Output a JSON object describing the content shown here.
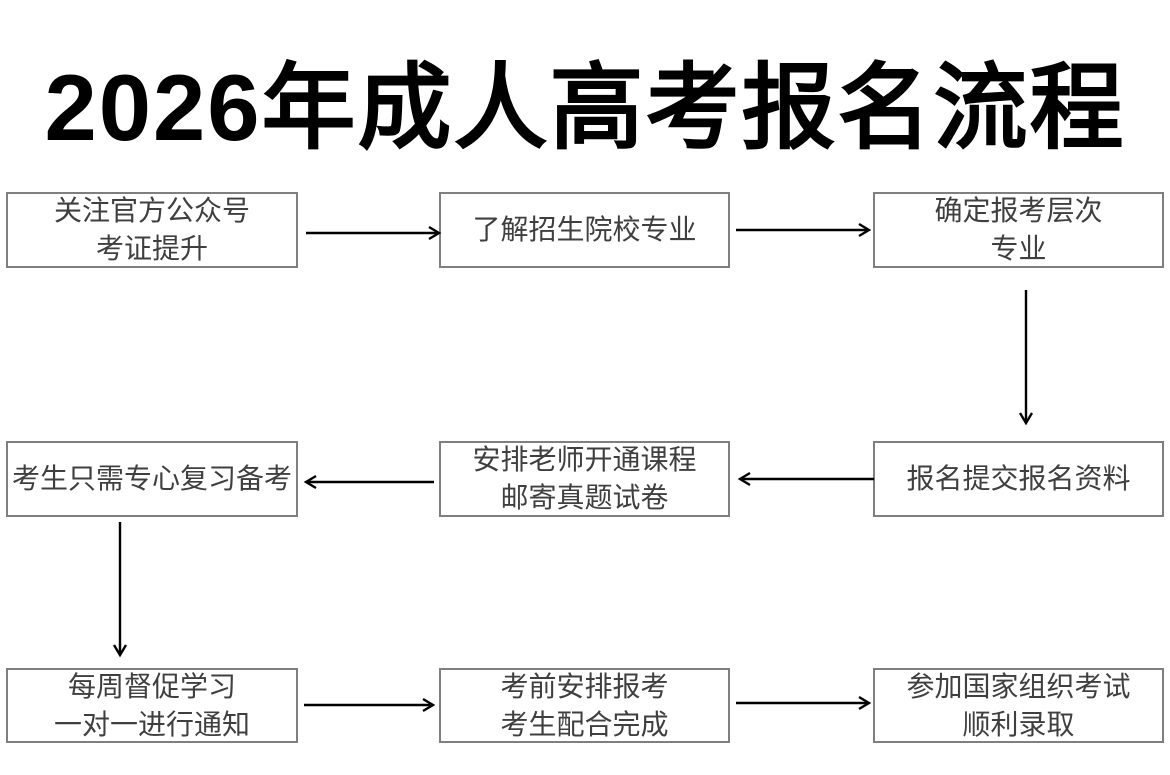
{
  "title": "2026年成人高考报名流程",
  "flow": {
    "nodes": [
      {
        "id": "step1",
        "lines": [
          "关注官方公众号",
          "考证提升"
        ]
      },
      {
        "id": "step2",
        "lines": [
          "了解招生院校专业"
        ]
      },
      {
        "id": "step3",
        "lines": [
          "确定报考层次",
          "专业"
        ]
      },
      {
        "id": "step4",
        "lines": [
          "报名提交报名资料"
        ]
      },
      {
        "id": "step5",
        "lines": [
          "安排老师开通课程",
          "邮寄真题试卷"
        ]
      },
      {
        "id": "step6",
        "lines": [
          "考生只需专心复习备考"
        ]
      },
      {
        "id": "step7",
        "lines": [
          "每周督促学习",
          "一对一进行通知"
        ]
      },
      {
        "id": "step8",
        "lines": [
          "考前安排报考",
          "考生配合完成"
        ]
      },
      {
        "id": "step9",
        "lines": [
          "参加国家组织考试",
          "顺利录取"
        ]
      }
    ],
    "edges": [
      {
        "from": "step1",
        "to": "step2",
        "direction": "right"
      },
      {
        "from": "step2",
        "to": "step3",
        "direction": "right"
      },
      {
        "from": "step3",
        "to": "step4",
        "direction": "down"
      },
      {
        "from": "step4",
        "to": "step5",
        "direction": "left"
      },
      {
        "from": "step5",
        "to": "step6",
        "direction": "left"
      },
      {
        "from": "step6",
        "to": "step7",
        "direction": "down"
      },
      {
        "from": "step7",
        "to": "step8",
        "direction": "right"
      },
      {
        "from": "step8",
        "to": "step9",
        "direction": "right"
      }
    ]
  },
  "colors": {
    "background": "#ffffff",
    "title_text": "#000000",
    "box_border": "#7f7f7f",
    "box_text": "#3f3f3f",
    "arrow": "#000000"
  }
}
